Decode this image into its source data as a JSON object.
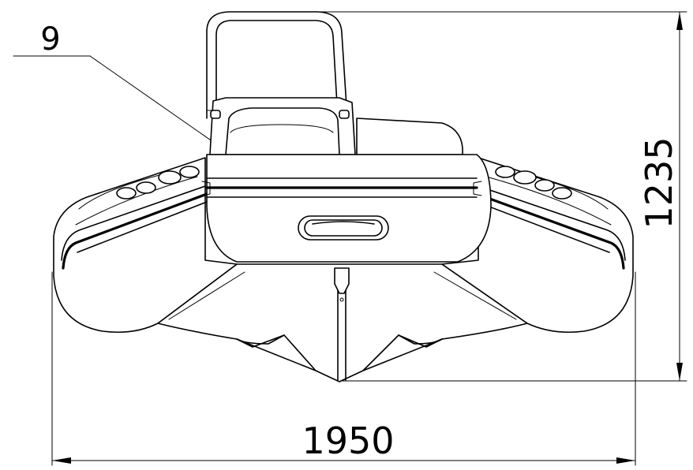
{
  "callout": {
    "label": "9"
  },
  "dimensions": {
    "width": "1950",
    "height": "1235"
  },
  "colors": {
    "line": "#000000",
    "background": "#ffffff"
  }
}
